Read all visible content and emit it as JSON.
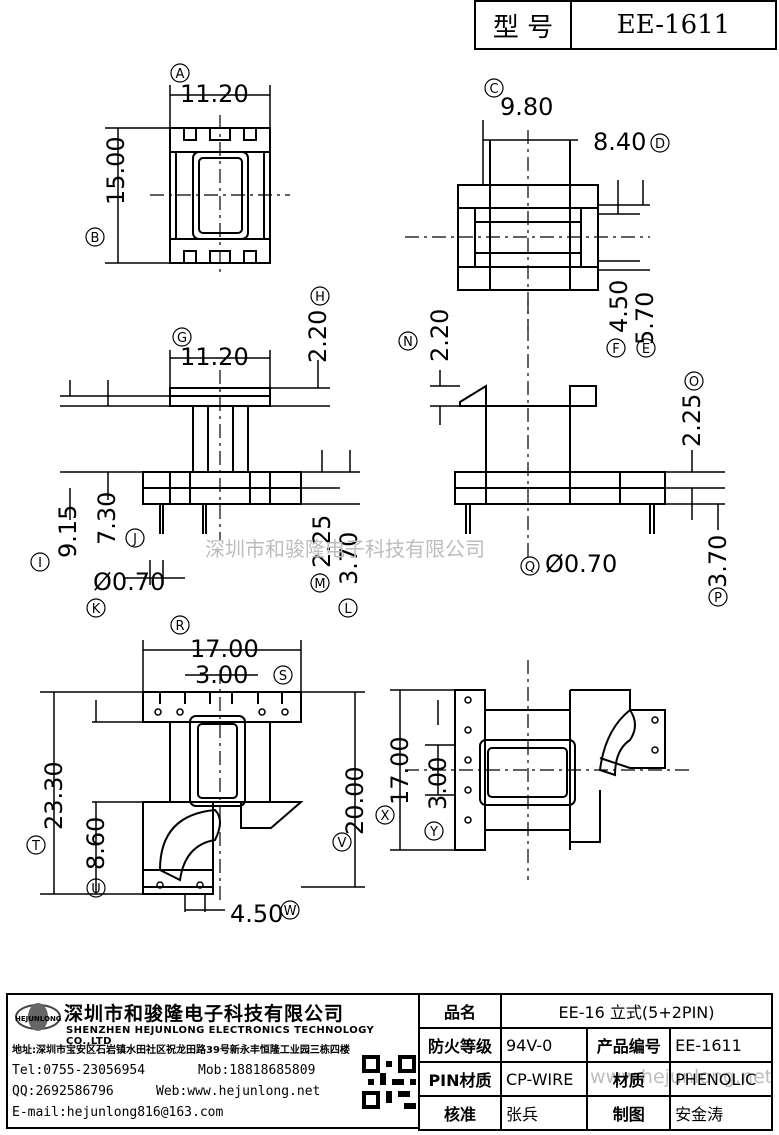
{
  "header": {
    "model_label": "型 号",
    "model_value": "EE-1611"
  },
  "dimensions": {
    "top_width": "11.20",
    "top_height": "15.00",
    "side_w1": "9.80",
    "side_w2": "8.40",
    "side_h1": "4.50",
    "side_h2": "5.70",
    "front_width": "11.20",
    "front_flange": "2.20",
    "front_total": "9.15",
    "front_body": "7.30",
    "pin_dia": "Ø0.70",
    "pin_h1": "2.25",
    "pin_h2": "3.70",
    "right_flange": "2.20",
    "right_h": "2.25",
    "right_pin_dia": "Ø0.70",
    "right_pin_h": "3.70",
    "bot_width": "17.00",
    "bot_pitch": "3.00",
    "bot_total": "23.30",
    "bot_body": "20.00",
    "bot_lower": "8.60",
    "bot_pin_pitch": "4.50",
    "br_width": "17.00",
    "br_pitch": "3.00"
  },
  "markers": [
    "A",
    "B",
    "C",
    "D",
    "E",
    "F",
    "G",
    "H",
    "I",
    "J",
    "K",
    "L",
    "M",
    "N",
    "O",
    "P",
    "Q",
    "R",
    "S",
    "T",
    "U",
    "V",
    "W",
    "X",
    "Y"
  ],
  "watermarks": {
    "center": "深圳市和骏隆电子科技有限公司",
    "site": "www.hejunlong.net"
  },
  "company": {
    "logo_text": "HEJUNLONG",
    "cn": "深圳市和骏隆电子科技有限公司",
    "en": "SHENZHEN HEJUNLONG ELECTRONICS TECHNOLOGY CO.,LTD",
    "address": "地址:深圳市宝安区石岩镇水田社区祝龙田路39号新永丰恒隆工业园三栋四楼",
    "tel": "Tel:0755-23056954",
    "mob": "Mob:18818685809",
    "qq": "QQ:2692586796",
    "web": "Web:www.hejunlong.net",
    "email": "E-mail:hejunlong816@163.com"
  },
  "title_block": {
    "name_label": "品名",
    "name_value": "EE-16 立式(5+2PIN)",
    "fire_label": "防火等级",
    "fire_value": "94V-0",
    "code_label": "产品编号",
    "code_value": "EE-1611",
    "pin_label": "PIN材质",
    "pin_value": "CP-WIRE",
    "mat_label": "材质",
    "mat_value": "PHENOLIC",
    "check_label": "核准",
    "check_value": "张兵",
    "draw_label": "制图",
    "draw_value": "安金涛"
  }
}
